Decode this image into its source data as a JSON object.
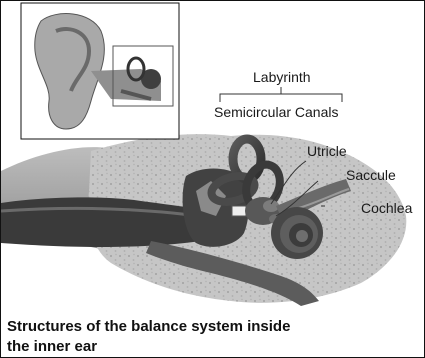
{
  "labels": {
    "labyrinth": "Labyrinth",
    "semicircular_canals": "Semicircular Canals",
    "utricle": "Utricle",
    "saccule": "Saccule",
    "cochlea": "Cochlea"
  },
  "caption": {
    "line1": "Structures of the balance system inside",
    "line2": "the inner ear"
  }
}
